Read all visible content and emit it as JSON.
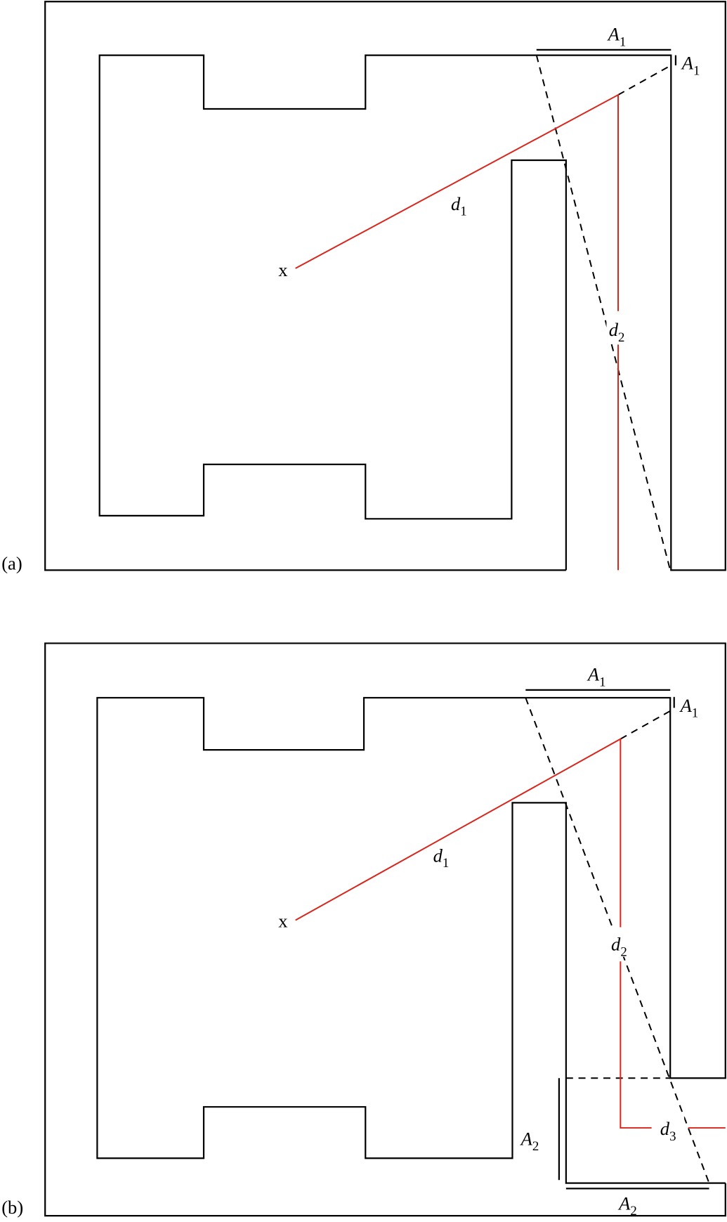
{
  "figure": {
    "panels": [
      {
        "caption": "(a)",
        "point_label": "x",
        "labels": {
          "d1": {
            "base": "d",
            "sub": "1"
          },
          "d2": {
            "base": "d",
            "sub": "2"
          },
          "a1_top": {
            "base": "A",
            "sub": "1"
          },
          "a1_right": {
            "base": "A",
            "sub": "1"
          }
        }
      },
      {
        "caption": "(b)",
        "point_label": "x",
        "labels": {
          "d1": {
            "base": "d",
            "sub": "1"
          },
          "d2": {
            "base": "d",
            "sub": "2"
          },
          "d3": {
            "base": "d",
            "sub": "3"
          },
          "a1_top": {
            "base": "A",
            "sub": "1"
          },
          "a1_right": {
            "base": "A",
            "sub": "1"
          },
          "a2_left": {
            "base": "A",
            "sub": "2"
          },
          "a2_bottom": {
            "base": "A",
            "sub": "2"
          }
        }
      }
    ],
    "colors": {
      "walls": "#000000",
      "paths": "#d9261c",
      "lines_of_sight": "#000000"
    }
  }
}
